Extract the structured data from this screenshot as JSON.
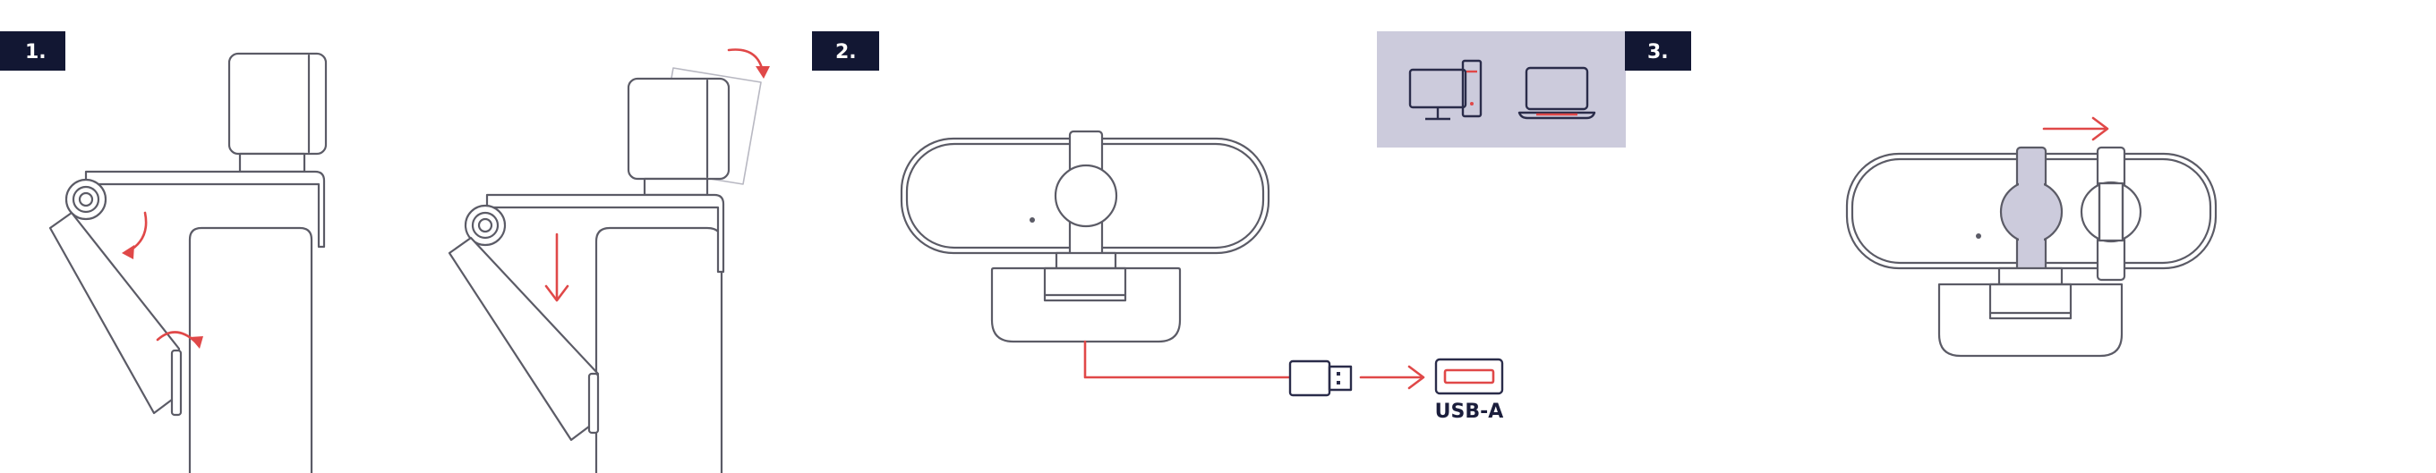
{
  "steps": [
    {
      "id": "step-1",
      "badge": "1."
    },
    {
      "id": "step-2",
      "badge": "2."
    },
    {
      "id": "step-3",
      "badge": "3."
    }
  ],
  "usb": {
    "port_label": "USB-A"
  },
  "colors": {
    "badge_bg": "#121733",
    "badge_text": "#ffffff",
    "accent_red": "#e04848",
    "device_panel": "#cccbdc",
    "privacy_shutter": "#cccbdc",
    "line_art": "#5b5b66",
    "usb_ink": "#2a2c4a"
  },
  "icons": [
    "desktop-computer-icon",
    "laptop-icon",
    "usb-plug-icon",
    "usb-a-port-icon",
    "rotate-arrow-icon",
    "down-arrow-icon",
    "right-arrow-icon"
  ]
}
